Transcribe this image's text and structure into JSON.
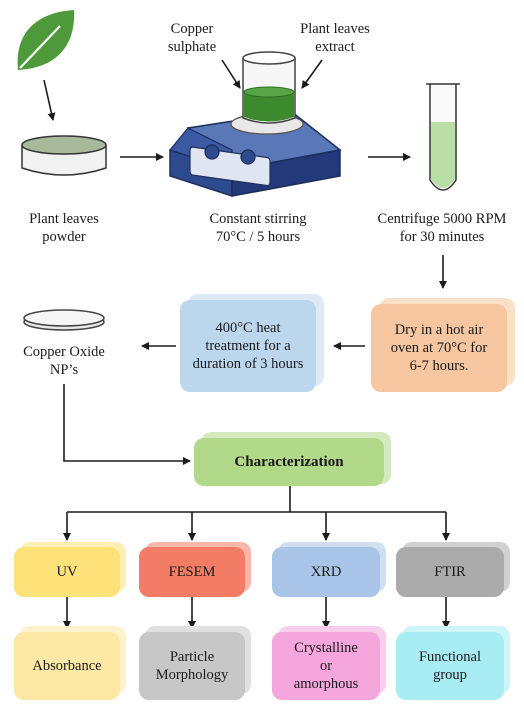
{
  "steps": {
    "plant_leaves_powder": "Plant leaves\npowder",
    "copper_sulphate": "Copper\nsulphate",
    "plant_leaves_extract": "Plant leaves\nextract",
    "constant_stirring": "Constant stirring\n70°C / 5 hours",
    "centrifuge": "Centrifuge 5000 RPM\nfor 30 minutes",
    "dry": "Dry in a hot air\noven at 70°C for\n6-7 hours.",
    "heat_treatment": "400°C heat\ntreatment for a\nduration of 3 hours",
    "copper_oxide": "Copper Oxide\nNP’s"
  },
  "characterization": {
    "title": "Characterization",
    "methods": [
      {
        "name": "UV",
        "result": "Absorbance",
        "color": "#fde27a",
        "result_color": "#fde8a6"
      },
      {
        "name": "FESEM",
        "result": "Particle\nMorphology",
        "color": "#f27c64",
        "result_color": "#c7c7c7"
      },
      {
        "name": "XRD",
        "result": "Crystalline\nor\namorphous",
        "color": "#a8c4e6",
        "result_color": "#f4a6dd"
      },
      {
        "name": "FTIR",
        "result": "Functional\ngroup",
        "color": "#ababab",
        "result_color": "#a8ecf4"
      }
    ]
  },
  "colors": {
    "leaf": "#4e9a3a",
    "extract": "#3d8a2e",
    "stirrer_body": "#2e4a8f",
    "tube_liquid": "#b9dfa6",
    "dry_box": "#f6c6a0",
    "heat_box": "#bcd6ee",
    "char_box": "#b2d88a",
    "arrow": "#1a1a1a"
  }
}
